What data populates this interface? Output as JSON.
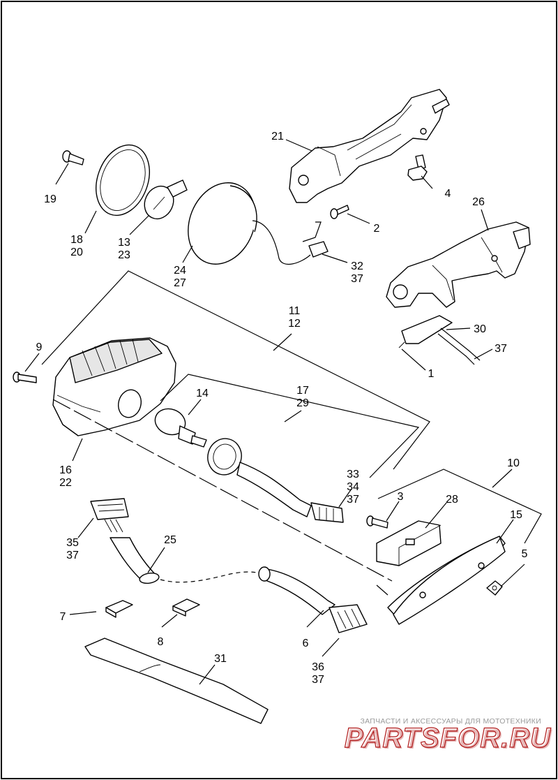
{
  "callouts": [
    {
      "id": "c2",
      "lines": [
        "2"
      ]
    },
    {
      "id": "c4",
      "lines": [
        "4"
      ]
    },
    {
      "id": "c21",
      "lines": [
        "21"
      ]
    },
    {
      "id": "c19",
      "lines": [
        "19"
      ]
    },
    {
      "id": "c18",
      "lines": [
        "18",
        "20"
      ]
    },
    {
      "id": "c13",
      "lines": [
        "13",
        "23"
      ]
    },
    {
      "id": "c24",
      "lines": [
        "24",
        "27"
      ]
    },
    {
      "id": "c32",
      "lines": [
        "32",
        "37"
      ]
    },
    {
      "id": "c26",
      "lines": [
        "26"
      ]
    },
    {
      "id": "c30",
      "lines": [
        "30"
      ]
    },
    {
      "id": "c37a",
      "lines": [
        "37"
      ]
    },
    {
      "id": "c1",
      "lines": [
        "1"
      ]
    },
    {
      "id": "c11",
      "lines": [
        "11",
        "12"
      ]
    },
    {
      "id": "c9",
      "lines": [
        "9"
      ]
    },
    {
      "id": "c14",
      "lines": [
        "14"
      ]
    },
    {
      "id": "c17",
      "lines": [
        "17",
        "29"
      ]
    },
    {
      "id": "c16",
      "lines": [
        "16",
        "22"
      ]
    },
    {
      "id": "c33",
      "lines": [
        "33",
        "34",
        "37"
      ]
    },
    {
      "id": "c10",
      "lines": [
        "10"
      ]
    },
    {
      "id": "c3",
      "lines": [
        "3"
      ]
    },
    {
      "id": "c28",
      "lines": [
        "28"
      ]
    },
    {
      "id": "c15",
      "lines": [
        "15"
      ]
    },
    {
      "id": "c5",
      "lines": [
        "5"
      ]
    },
    {
      "id": "c35",
      "lines": [
        "35",
        "37"
      ]
    },
    {
      "id": "c25",
      "lines": [
        "25"
      ]
    },
    {
      "id": "c7",
      "lines": [
        "7"
      ]
    },
    {
      "id": "c8",
      "lines": [
        "8"
      ]
    },
    {
      "id": "c6",
      "lines": [
        "6"
      ]
    },
    {
      "id": "c36",
      "lines": [
        "36",
        "37"
      ]
    },
    {
      "id": "c31",
      "lines": [
        "31"
      ]
    }
  ],
  "watermark": {
    "tagline": "ЗАПЧАСТИ И АКСЕССУАРЫ ДЛЯ МОТОТЕХНИКИ",
    "brand": "PARTSFOR.RU"
  }
}
